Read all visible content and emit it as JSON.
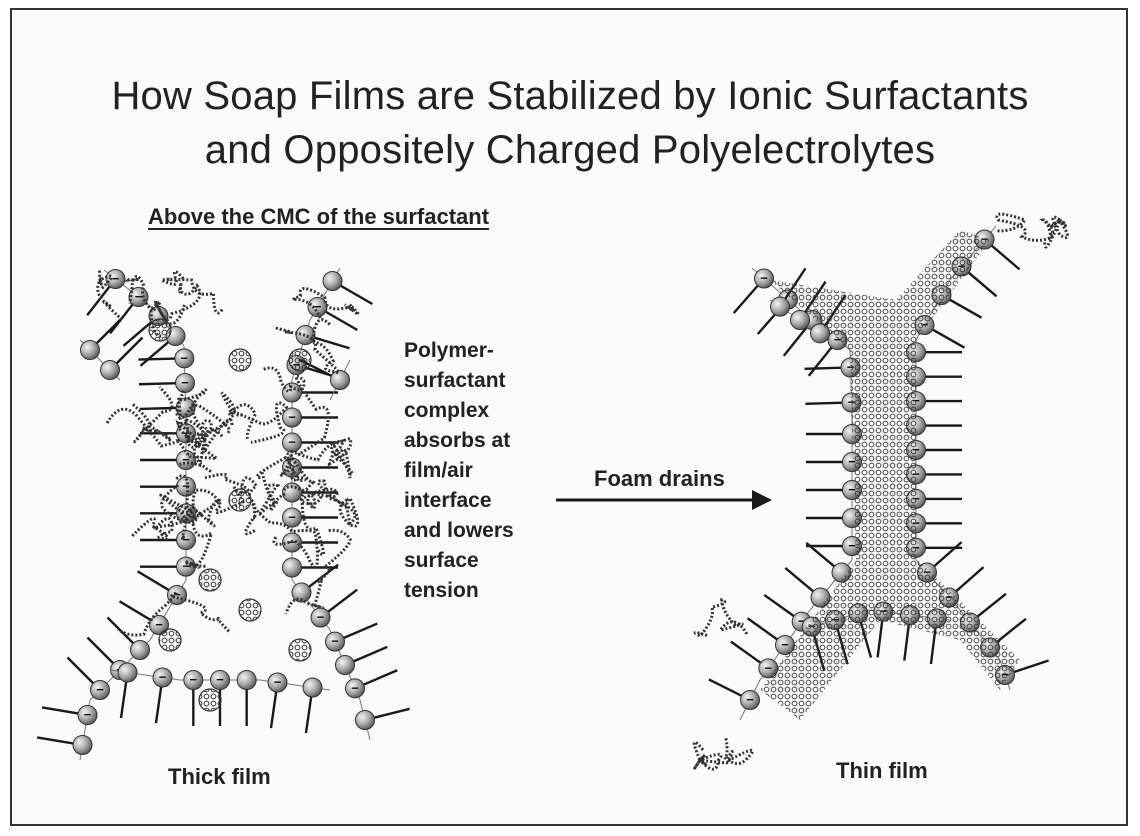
{
  "title": {
    "line1": "How Soap Films are Stabilized by Ionic Surfactants",
    "line2": "and Oppositely Charged Polyelectrolytes"
  },
  "subtitle": "Above the CMC of the surfactant",
  "explanation": {
    "lines": [
      "Polymer-",
      "surfactant",
      "complex",
      "absorbs at",
      "film/air",
      "interface",
      "and lowers",
      "surface",
      "tension"
    ]
  },
  "arrow_label": "Foam drains",
  "left_film_label": "Thick film",
  "right_film_label": "Thin film",
  "head_charge": "−",
  "colors": {
    "line": "#1a1a1a",
    "head": "#9a9a9a",
    "background": "#fbfbfb"
  }
}
